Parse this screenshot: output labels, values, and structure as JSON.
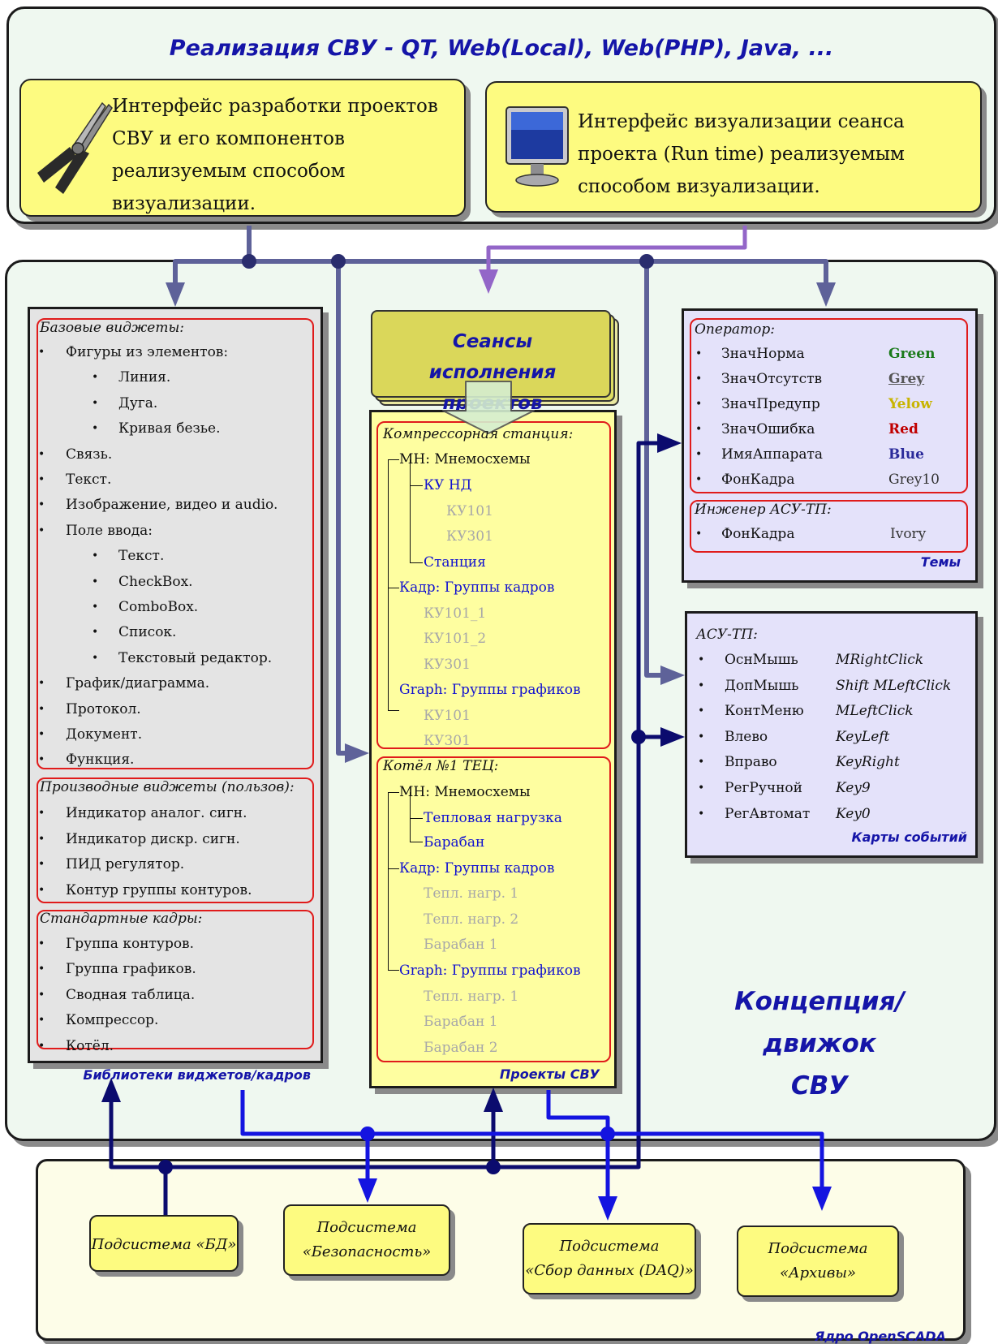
{
  "top": {
    "title": "Реализация СВУ - QT, Web(Local), Web(PHP), Java, ...",
    "dev_lines": [
      "Интерфейс разработки проектов",
      "СВУ и его компонентов",
      "реализуемым способом",
      "визуализации."
    ],
    "run_lines": [
      "Интерфейс визуализации сеанса",
      "проекта (Run time) реализуемым",
      "способом визуализации."
    ]
  },
  "libs": {
    "caption": "Библиотеки виджетов/кадров",
    "base_title": "Базовые виджеты:",
    "base_items": [
      "Фигуры из элементов:",
      "Линия.",
      "Дуга.",
      "Кривая безье.",
      "Связь.",
      "Текст.",
      "Изображение, видео и audio.",
      "Поле ввода:",
      "Текст.",
      "CheckBox.",
      "ComboBox.",
      "Список.",
      "Текстовый редактор.",
      "График/диаграмма.",
      "Протокол.",
      "Документ.",
      "Функция."
    ],
    "derived_title": "Производные виджеты (пользов):",
    "derived_items": [
      "Индикатор аналог. сигн.",
      "Индикатор дискр. сигн.",
      "ПИД регулятор.",
      "Контур группы контуров."
    ],
    "std_title": "Стандартные кадры:",
    "std_items": [
      "Группа контуров.",
      "Группа графиков.",
      "Сводная таблица.",
      "Компрессор.",
      "Котёл."
    ]
  },
  "sessions": {
    "label": "Сеансы исполнения проектов"
  },
  "projects": {
    "caption": "Проекты СВУ",
    "p1_title": "Компрессорная станция:",
    "p1_items": [
      "МН: Мнемосхемы",
      "КУ НД",
      "КУ101",
      "КУ301",
      "Станция",
      "Кадр: Группы кадров",
      "КУ101_1",
      "КУ101_2",
      "КУ301",
      "Graph: Группы графиков",
      "КУ101",
      "КУ301"
    ],
    "p2_title": "Котёл №1 ТЕЦ:",
    "p2_items": [
      "МН: Мнемосхемы",
      "Тепловая нагрузка",
      "Барабан",
      "Кадр: Группы кадров",
      "Тепл. нагр. 1",
      "Тепл. нагр. 2",
      "Барабан 1",
      "Graph: Группы графиков",
      "Тепл. нагр. 1",
      "Барабан 1",
      "Барабан 2"
    ]
  },
  "themes": {
    "caption": "Темы",
    "op_title": "Оператор:",
    "op_rows": [
      {
        "name": "ЗначНорма",
        "value": "Green",
        "color": "#1a7a1a"
      },
      {
        "name": "ЗначОтсутств",
        "value": "Grey",
        "color": "#555555"
      },
      {
        "name": "ЗначПредупр",
        "value": "Yelow",
        "color": "#c8b400"
      },
      {
        "name": "ЗначОшибка",
        "value": "Red",
        "color": "#c00000"
      },
      {
        "name": "ИмяАппарата",
        "value": "Blue",
        "color": "#2a2a9a"
      },
      {
        "name": "ФонКадра",
        "value": "Grey10",
        "color": "#333333"
      }
    ],
    "eng_title": "Инженер АСУ-ТП:",
    "eng_rows": [
      {
        "name": "ФонКадра",
        "value": "Ivory",
        "color": "#333333"
      }
    ]
  },
  "events": {
    "caption": "Карты событий",
    "title": "АСУ-ТП:",
    "rows": [
      {
        "name": "ОснМышь",
        "value": "MRightClick"
      },
      {
        "name": "ДопМышь",
        "value": "Shift MLeftClick"
      },
      {
        "name": "КонтМеню",
        "value": "MLeftClick"
      },
      {
        "name": "Влево",
        "value": "KeyLeft"
      },
      {
        "name": "Вправо",
        "value": "KeyRight"
      },
      {
        "name": "РегРучной",
        "value": "Key9"
      },
      {
        "name": "РегАвтомат",
        "value": "Key0"
      }
    ]
  },
  "engine": {
    "line1": "Концепция/движок",
    "line2": "СВУ"
  },
  "core": {
    "caption": "Ядро OpenSCADA",
    "db": [
      "Подсистема «БД»"
    ],
    "security": [
      "Подсистема",
      "«Безопасность»"
    ],
    "daq": [
      "Подсистема",
      "«Сбор данных (DAQ)»"
    ],
    "archives": [
      "Подсистема",
      "«Архивы»"
    ]
  },
  "colors": {
    "line_slate": "#5e6299",
    "line_purple": "#9366c8",
    "line_navy": "#0b0b6e",
    "line_blue": "#1414e0",
    "box_yellow": "#fdfb80",
    "panel_mint": "#eff8f0",
    "panel_cream": "#fdfde8",
    "panel_lavender": "#e4e2fa"
  }
}
